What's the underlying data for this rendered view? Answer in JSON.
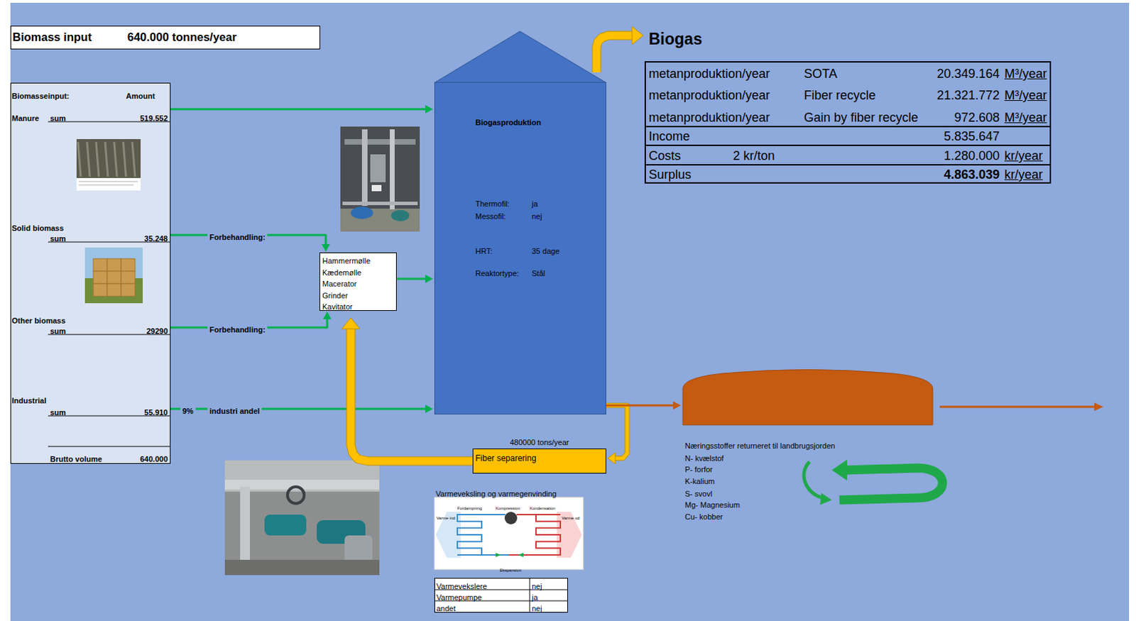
{
  "diagram": {
    "nodes": [
      {
        "text": [
          "Biomass input",
          "640.000 tonnes/year"
        ]
      },
      {
        "text": [
          "Biogas",
          "metanproduktion/year",
          "SOTA",
          "20.349.164",
          "M³/year",
          "metanproduktion/year",
          "Fiber recycle",
          "21.321.772",
          "M³/year",
          "metanproduktion/year",
          "Gain by fiber recycle",
          "972.608",
          "M³/year",
          "Income",
          "5.835.647",
          "Costs",
          "2 kr/ton",
          "1.280.000",
          "kr/year",
          "Surplus",
          "4.863.039",
          "kr/year"
        ]
      },
      {
        "text": [
          "Biomasseinput:",
          "Amount",
          "Manure",
          "sum",
          "519.552",
          "Solid biomass",
          "sum",
          "35.248",
          "Other biomass",
          "sum",
          "29290",
          "Industrial",
          "sum",
          "55.910",
          "Brutto volume",
          "640.000"
        ]
      },
      {
        "text": [
          "Biogasproduktion",
          "Thermofil:",
          "ja",
          "Messofil:",
          "nej",
          "HRT:",
          "35 dage",
          "Reaktortype:",
          "Stål"
        ]
      },
      {
        "text": [
          "Hammermølle",
          "Kædemølle",
          "Macerator",
          "Grinder",
          "Kavitator"
        ]
      },
      {
        "text": [
          "480000 tons/year",
          "Fiber separering"
        ]
      },
      {
        "text": [
          "Næringsstoffer returneret til landbrugsjorden",
          "N- kvælstof",
          "P- forfor",
          "K-kalium",
          "S- svovl",
          "Mg- Magnesium",
          "Cu- kobber"
        ]
      },
      {
        "text": [
          "Varmevekslere",
          "nej",
          "Varmepumpe",
          "ja",
          "andet",
          "nej"
        ]
      }
    ],
    "edges": [
      {
        "from": 2,
        "to": 3,
        "arrow": "to"
      },
      {
        "from": 2,
        "to": 4,
        "label": "Forbehandling:",
        "arrow": "to"
      },
      {
        "from": 2,
        "to": 4,
        "label": "Forbehandling:",
        "arrow": "to"
      },
      {
        "from": 2,
        "to": 3,
        "label": "industri andel",
        "arrow": "to"
      },
      {
        "from": 4,
        "to": 3,
        "arrow": "to"
      },
      {
        "from": 3,
        "to": 1,
        "arrow": "to"
      },
      {
        "from": 3,
        "to": 5,
        "arrow": "to"
      },
      {
        "from": 3,
        "to": 6,
        "arrow": "to"
      },
      {
        "from": 5,
        "to": 4,
        "arrow": "to"
      }
    ],
    "labels": [
      "9%",
      "Varmeveksling og varmegenvinding",
      "Fordampning",
      "Kompression",
      "Kondensation",
      "Varme ind",
      "Varme ud",
      "Ekspansion"
    ]
  }
}
